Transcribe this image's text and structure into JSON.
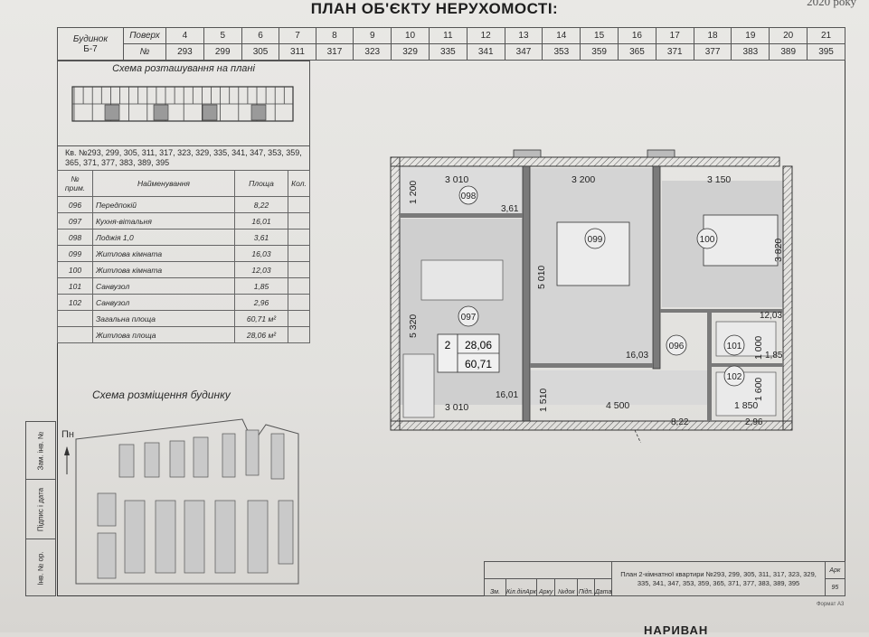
{
  "header": {
    "title": "ПЛАН ОБ'ЄКТУ НЕРУХОМОСТІ:",
    "right_fragment": "2020 року"
  },
  "floors": {
    "building_label": "Будинок",
    "building_value": "Б-7",
    "floor_label": "Поверх",
    "number_label": "№",
    "floors": [
      "4",
      "5",
      "6",
      "7",
      "8",
      "9",
      "10",
      "11",
      "12",
      "13",
      "14",
      "15",
      "16",
      "17",
      "18",
      "19",
      "20",
      "21"
    ],
    "numbers": [
      "293",
      "299",
      "305",
      "311",
      "317",
      "323",
      "329",
      "335",
      "341",
      "347",
      "353",
      "359",
      "365",
      "371",
      "377",
      "383",
      "389",
      "395"
    ]
  },
  "plan_scheme": {
    "caption": "Схема розташування на плані",
    "flats_text": "Кв. №293, 299, 305, 311, 317, 323, 329, 335, 341, 347, 353, 359, 365, 371, 377, 383, 389, 395"
  },
  "spec": {
    "col_no": "№ прим.",
    "col_name": "Найменування",
    "col_area": "Площа",
    "col_qty": "Кол.",
    "rows": [
      {
        "no": "096",
        "name": "Передпокій",
        "area": "8,22"
      },
      {
        "no": "097",
        "name": "Кухня-вітальня",
        "area": "16,01"
      },
      {
        "no": "098",
        "name": "Лоджія 1,0",
        "area": "3,61"
      },
      {
        "no": "099",
        "name": "Житлова кімната",
        "area": "16,03"
      },
      {
        "no": "100",
        "name": "Житлова кімната",
        "area": "12,03"
      },
      {
        "no": "101",
        "name": "Санвузол",
        "area": "1,85"
      },
      {
        "no": "102",
        "name": "Санвузол",
        "area": "2,96"
      }
    ],
    "total_label": "Загальна площа",
    "total_value": "60,71 м²",
    "living_label": "Житлова площа",
    "living_value": "28,06 м²"
  },
  "site": {
    "caption": "Схема розміщення будинку",
    "north": "Пн"
  },
  "side_tab": {
    "items": [
      "Зам. інв. №",
      "Підпис і дата",
      "Інв. № ор."
    ]
  },
  "apartment": {
    "dims": {
      "d3010_top": "3 010",
      "d3200": "3 200",
      "d3150": "3 150",
      "d1200": "1 200",
      "d5010": "5 010",
      "d3820": "3 820",
      "d5320": "5 320",
      "d1000": "1 000",
      "d1600": "1 600",
      "d1510": "1 510",
      "d3010_bot": "3 010",
      "d4500": "4 500",
      "d1850": "1 850"
    },
    "rooms": {
      "r096": "096",
      "r097": "097",
      "r098": "098",
      "r099": "099",
      "r100": "100",
      "r101": "101",
      "r102": "102"
    },
    "areas": {
      "a096": "8,22",
      "a097": "16,01",
      "a098": "3,61",
      "a099": "16,03",
      "a100": "12,03",
      "a101": "1,85",
      "a102": "2,96"
    },
    "summary": {
      "rooms_count": "2",
      "living": "28,06",
      "total": "60,71"
    }
  },
  "stamp": {
    "labels": [
      "Зм.",
      "Кіл.ділАрк",
      "Арку",
      "№док",
      "Підп.",
      "Дата"
    ],
    "description": "План 2-кімнатної квартири №293, 299, 305, 311, 317, 323, 329, 335, 341, 347, 353, 359, 365, 371, 377, 383, 389, 395",
    "sheet_label": "Арк",
    "sheet_value": "95",
    "format": "Формат А3"
  },
  "footer_fragment": "НАРИВАН"
}
